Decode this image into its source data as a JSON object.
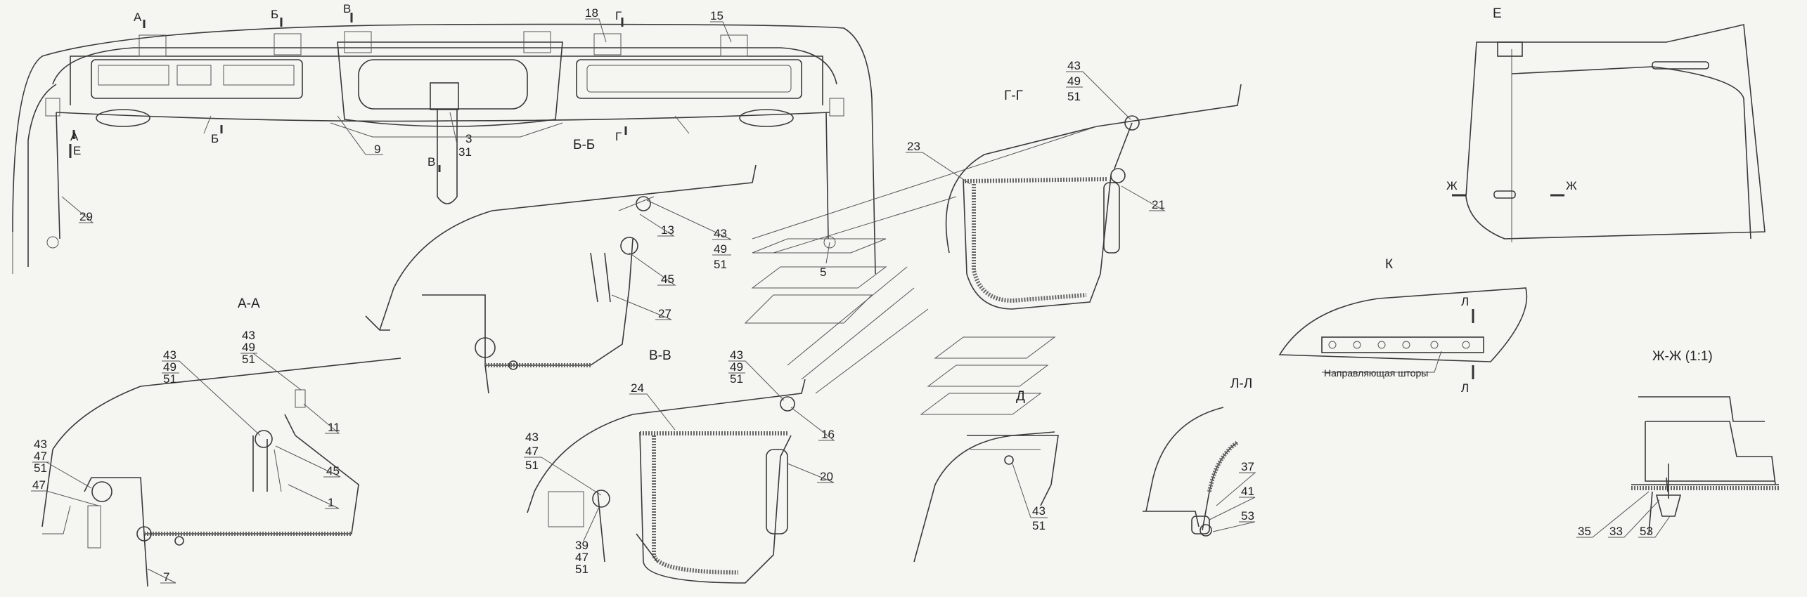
{
  "sections": {
    "aa": "А-А",
    "bb": "Б-Б",
    "vv": "В-В",
    "gg": "Г-Г",
    "d": "Д",
    "e": "Е",
    "k": "К",
    "ll": "Л-Л",
    "zhzh": "Ж-Ж (1:1)"
  },
  "markers": {
    "a": "А",
    "b": "Б",
    "v": "В",
    "g": "Г",
    "e": "Е",
    "zh": "Ж",
    "l": "Л"
  },
  "callouts": {
    "n1": "1",
    "n3": "3",
    "n5": "5",
    "n7": "7",
    "n9": "9",
    "n11": "11",
    "n13": "13",
    "n15": "15",
    "n16": "16",
    "n18": "18",
    "n20": "20",
    "n21": "21",
    "n23": "23",
    "n24": "24",
    "n27": "27",
    "n29": "29",
    "n31": "31",
    "n33": "33",
    "n35": "35",
    "n37": "37",
    "n39": "39",
    "n41": "41",
    "n43": "43",
    "n45": "45",
    "n47": "47",
    "n49": "49",
    "n51": "51",
    "n53": "53"
  },
  "note_rail": "Направляющая шторы"
}
